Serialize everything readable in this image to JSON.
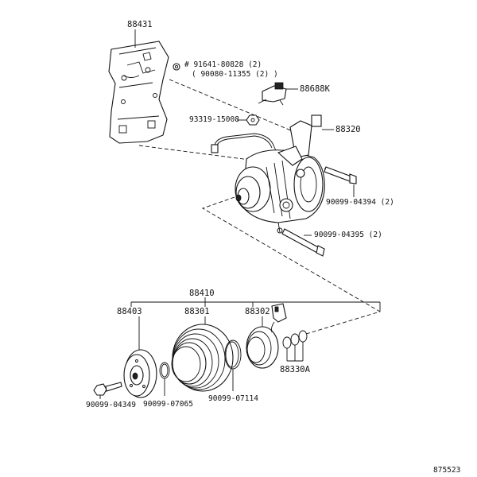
{
  "diagram": {
    "figure_code": "875523",
    "parts": [
      {
        "id": "bracket",
        "number": "88431"
      },
      {
        "id": "bracket-bolt",
        "number": "# 91641-80828 (2)",
        "alt": "( 90080-11355 (2) )"
      },
      {
        "id": "wire-clamp",
        "number": "88688K"
      },
      {
        "id": "nut",
        "number": "93319-15008"
      },
      {
        "id": "compressor",
        "number": "88320"
      },
      {
        "id": "bolt-upper",
        "number": "90099-04394 (2)"
      },
      {
        "id": "bolt-lower",
        "number": "90099-04395 (2)"
      },
      {
        "id": "clutch-assembly",
        "number": "88410"
      },
      {
        "id": "pressure-plate",
        "number": "88403"
      },
      {
        "id": "pulley",
        "number": "88301"
      },
      {
        "id": "stator",
        "number": "88302"
      },
      {
        "id": "shims",
        "number": "88330A"
      },
      {
        "id": "hub-bolt",
        "number": "90099-04349"
      },
      {
        "id": "shim-small",
        "number": "90099-07065"
      },
      {
        "id": "snap-ring",
        "number": "90099-07114"
      }
    ]
  }
}
